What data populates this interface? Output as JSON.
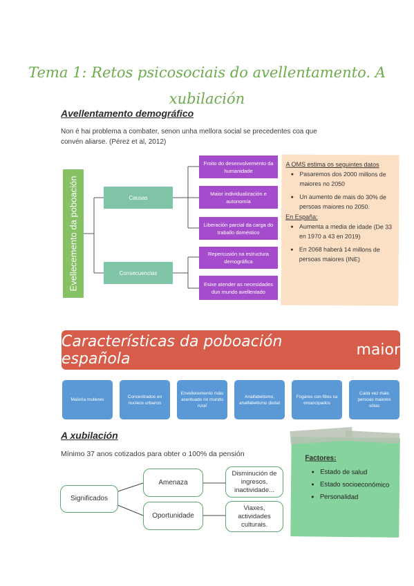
{
  "title": {
    "line1": "Tema 1: Retos psicosociais do avellentamento. A",
    "line2": "xubilación"
  },
  "section1": {
    "heading": "Avellentamento demográfico",
    "paragraph_line1": "Non é hai problema a combater, senon unha mellora social se precedentes coa que",
    "paragraph_line2": "convén aliarse. (Pérez et al, 2012)"
  },
  "tree1": {
    "root": "Evellecemento da poboación",
    "branches": [
      {
        "label": "Causas",
        "items": [
          "Froito do desenvolvemento da humanidade",
          "Maior individualización e autonomía",
          "Liberación parcial da carga do traballo doméstico"
        ]
      },
      {
        "label": "Consecuencias",
        "items": [
          "Repercusión na estructura demográfica",
          "Esixe atender as necesidades dun mundo avellentado"
        ]
      }
    ]
  },
  "note_oms": {
    "heading": "A OMS estima os seguintes datos",
    "bullets": [
      "Pasaremos dos 2000 millons de maiores no 2050",
      "Un aumento de mais do 30% de persoas maiores no 2050."
    ],
    "spain_heading": "En España:",
    "spain_bullets": [
      "Aumenta a media de idade (De 33 en 1970 a 43 en 2019)",
      "En 2068 haberá 14 millons de persoas maiores (INE)"
    ]
  },
  "characteristics": {
    "title_italic": "Características da poboación española",
    "title_plain": "maior",
    "items": [
      "Maioría mulleres",
      "Concentrados en nucleos urbanos",
      "Envellecemento máis acentuado no mundo rural",
      "Analfabetismo, analfabetismo dixital",
      "Fogares con fillos xa emancipados",
      "Cada vez máis persoas maiores sólas"
    ]
  },
  "section2": {
    "heading": "A xubilación",
    "paragraph": "Mínimo 37 anos cotizados para obter o 100% da pensión"
  },
  "tree2": {
    "root": "Significados",
    "branches": [
      {
        "label": "Amenaza",
        "leaf": "Disminución de ingresos, inactividade..."
      },
      {
        "label": "Oportunidade",
        "leaf": "Viaxes, actividades culturais."
      }
    ]
  },
  "note_factors": {
    "heading": "Factores:",
    "bullets": [
      "Estado de salud",
      "Estado socioeconómico",
      "Personalidad"
    ]
  }
}
